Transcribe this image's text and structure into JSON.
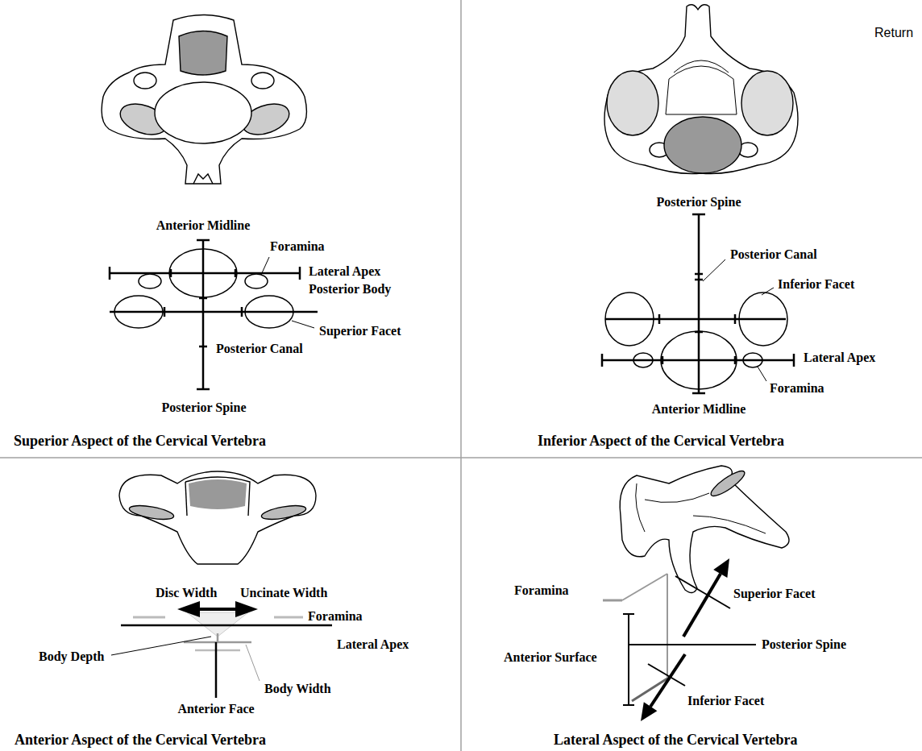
{
  "diagram": {
    "labels": [
      "Return",
      "Anterior Midline",
      "Foramina",
      "Lateral Apex",
      "Posterior Body",
      "Superior Facet",
      "Posterior Canal",
      "Posterior Spine",
      "Superior Aspect of the Cervical Vertebra",
      "Posterior Spine",
      "Posterior Canal",
      "Inferior Facet",
      "Lateral Apex",
      "Foramina",
      "Anterior Midline",
      "Inferior Aspect of the Cervical Vertebra",
      "Disc Width",
      "Uncinate Width",
      "Foramina",
      "Lateral Apex",
      "Body Depth",
      "Body Width",
      "Anterior Face",
      "Anterior Aspect of the Cervical Vertebra",
      "Foramina",
      "Superior Facet",
      "Anterior Surface",
      "Posterior Spine",
      "Inferior Facet",
      "Lateral Aspect of the Cervical Vertebra"
    ]
  }
}
